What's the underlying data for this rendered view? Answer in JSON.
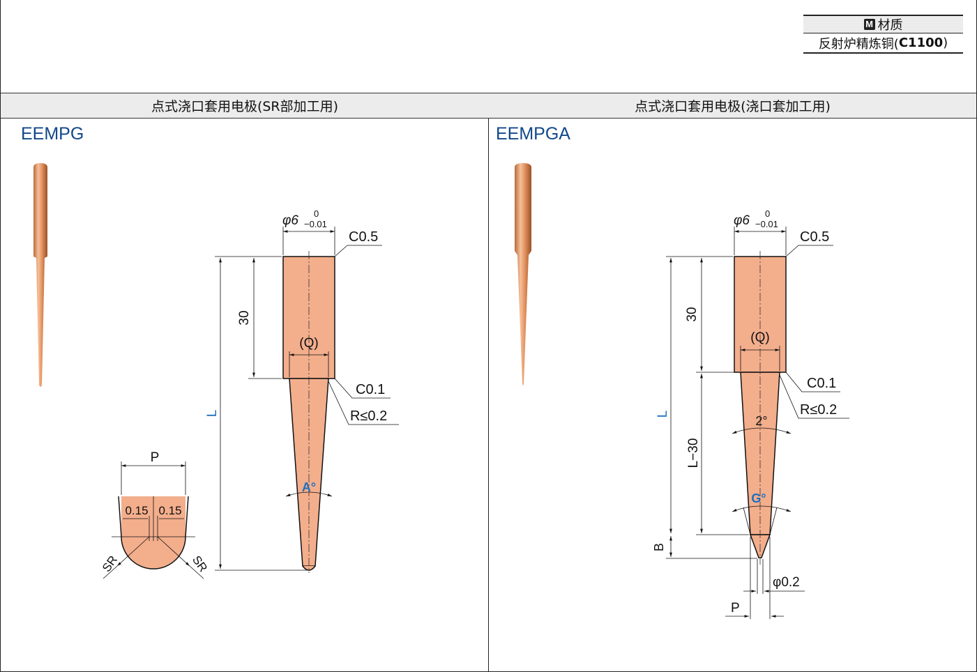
{
  "material": {
    "badge": "M",
    "label": "材质",
    "value": "反射炉精炼铜(",
    "grade": "C1100",
    "close": ")"
  },
  "left_panel": {
    "header": "点式浇口套用电极(SR部加工用)",
    "code": "EEMPG",
    "labels": {
      "dia": "φ6",
      "tol_up": "0",
      "tol_lo": "−0.01",
      "c05": "C0.5",
      "c01": "C0.1",
      "r": "R≤0.2",
      "len30": "30",
      "q": "(Q)",
      "L": "L",
      "A": "A°",
      "P": "P",
      "d015a": "0.15",
      "d015b": "0.15",
      "sr1": "SR",
      "sr2": "SR"
    }
  },
  "right_panel": {
    "header": "点式浇口套用电极(浇口套加工用)",
    "code": "EEMPGA",
    "labels": {
      "dia": "φ6",
      "tol_up": "0",
      "tol_lo": "−0.01",
      "c05": "C0.5",
      "c01": "C0.1",
      "r": "R≤0.2",
      "len30": "30",
      "q": "(Q)",
      "L": "L",
      "l30": "L−30",
      "deg2": "2°",
      "G": "G°",
      "B": "B",
      "tip": "φ0.2",
      "P": "P"
    }
  },
  "colors": {
    "copper": "#f3ae8c",
    "accent_blue": "#1f6fbf",
    "code_blue": "#12478a"
  }
}
